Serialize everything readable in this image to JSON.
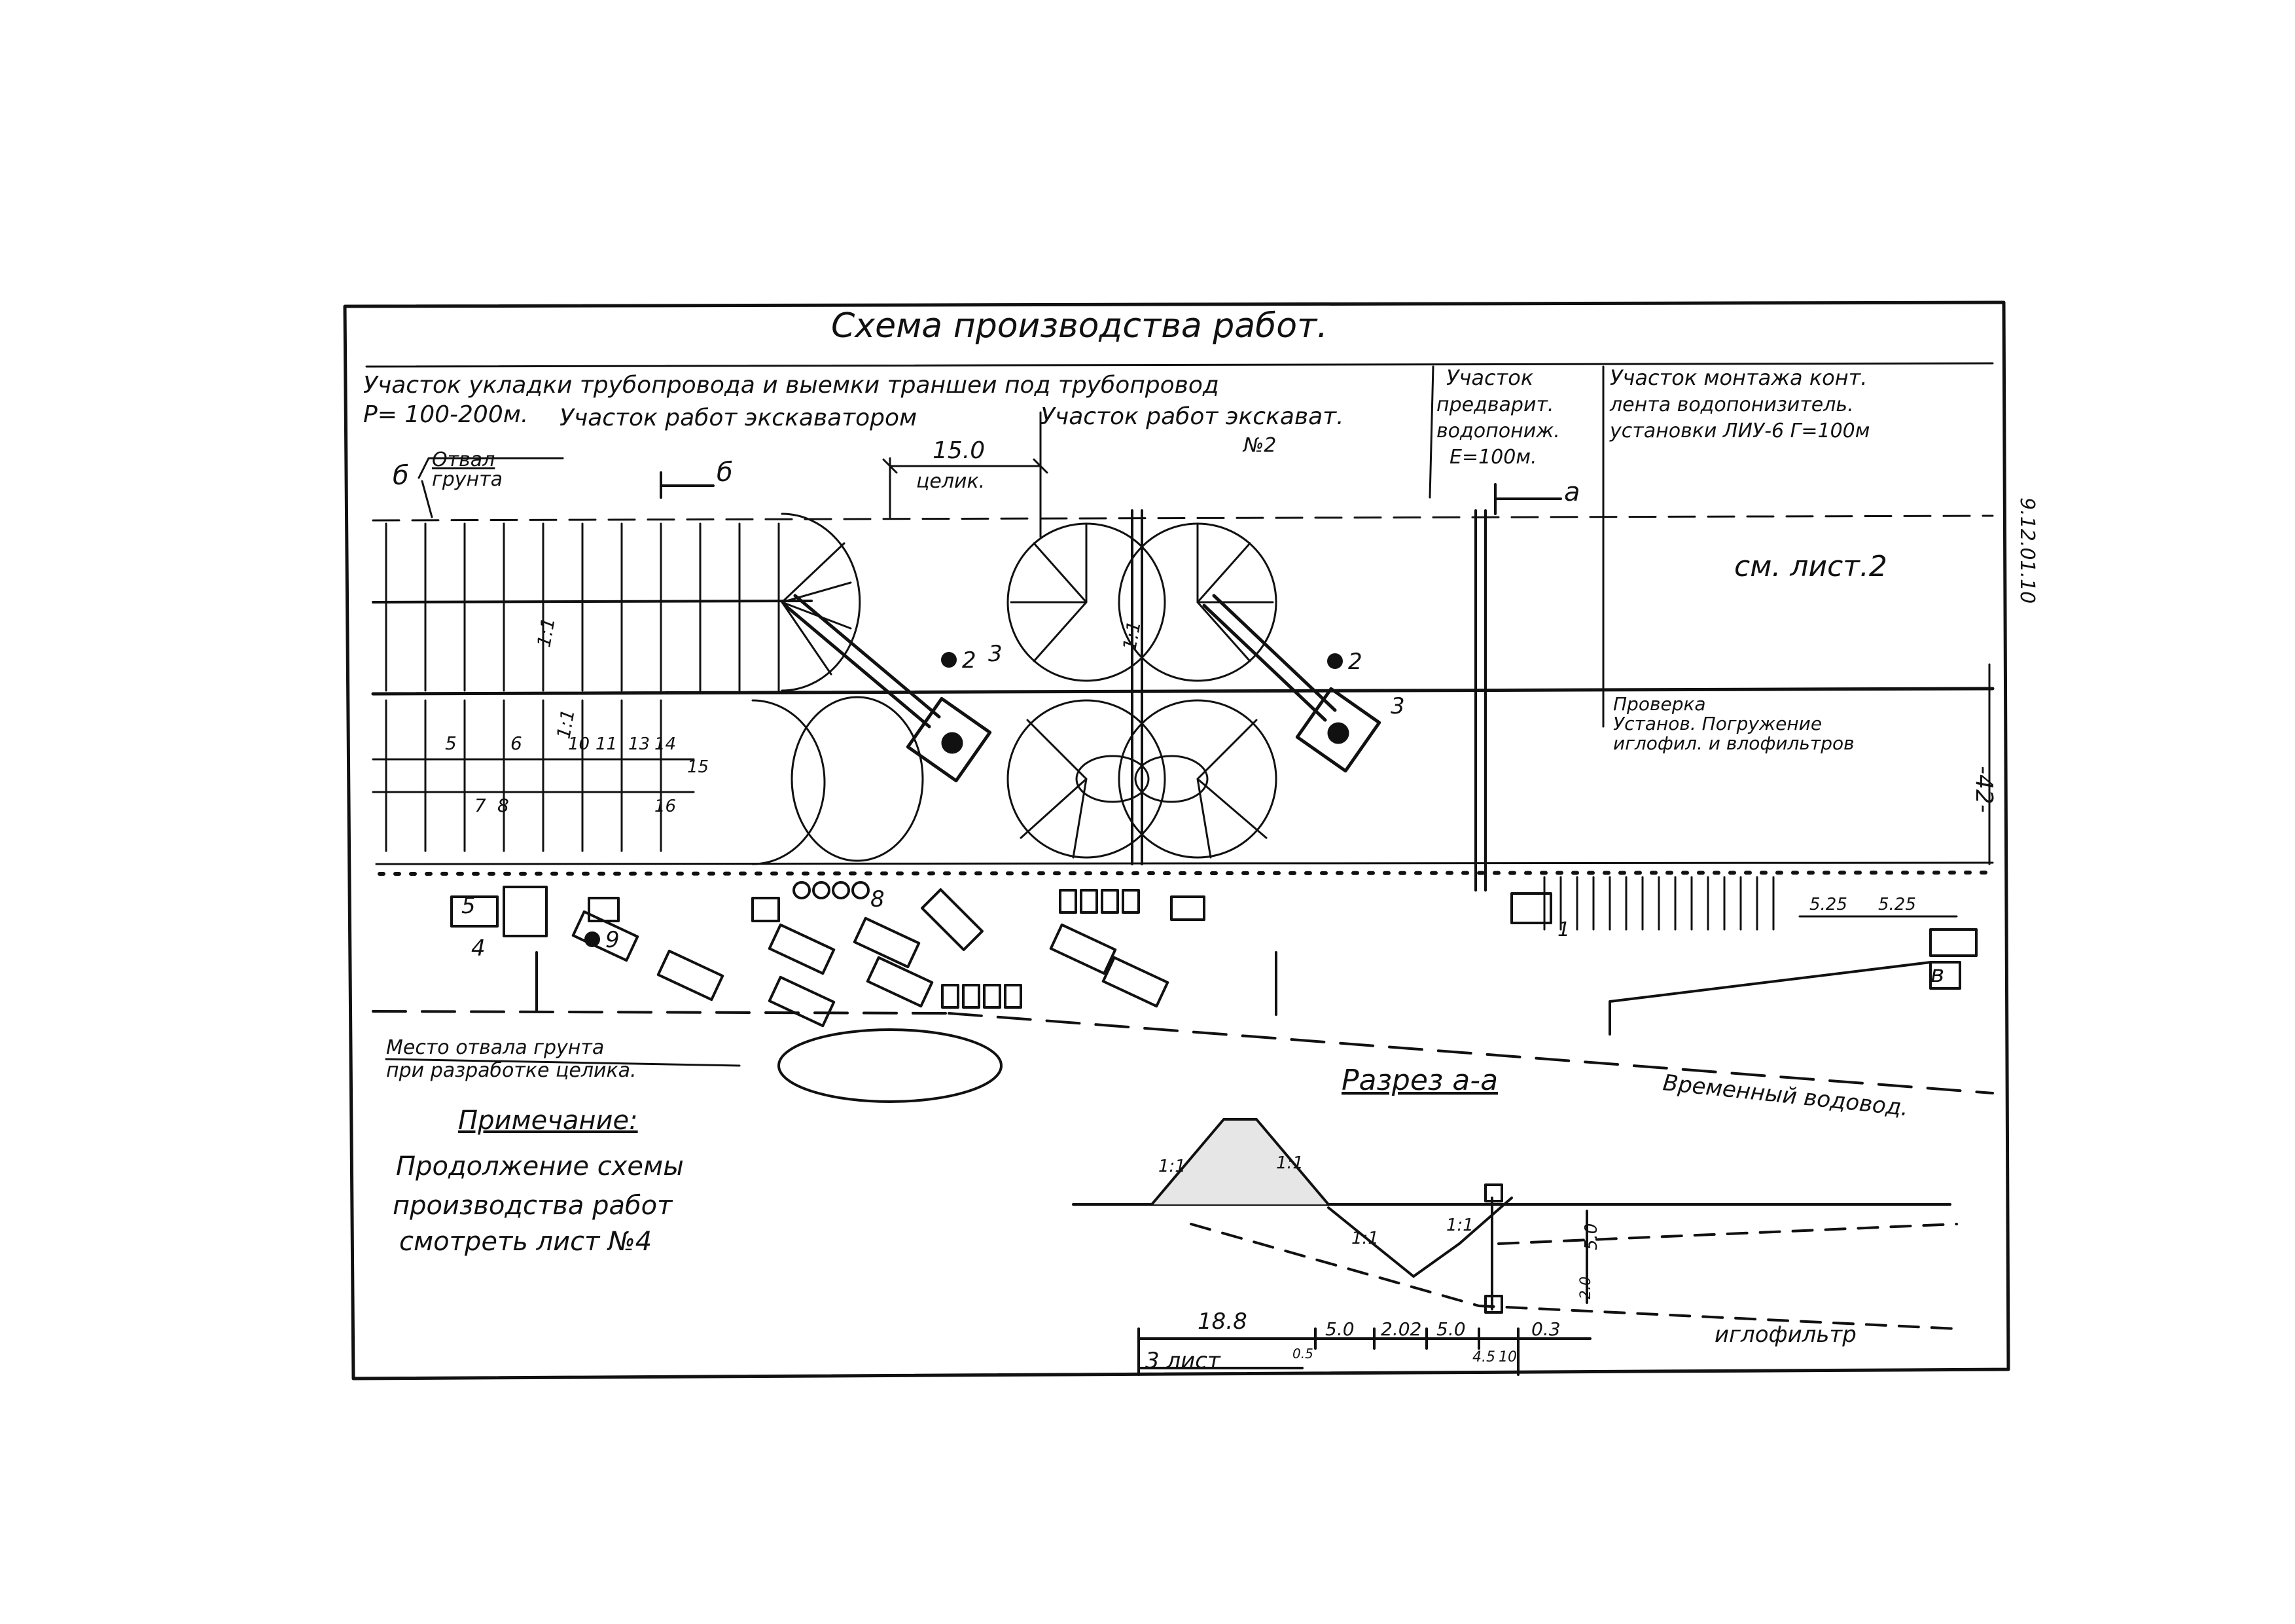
{
  "sheet": {
    "title": "Схема производства работ.",
    "code": "9.12.01.10"
  },
  "headings": {
    "section_pipe": "Участок укладки трубопровода и выемки траншеи под трубопровод",
    "length_pipe": "Р= 100-200м.",
    "section_exc1": "Участок работ экскаватором",
    "section_exc2": "Участок работ экскават.",
    "exc2_no": "№2",
    "section_predv_1": "Участок",
    "section_predv_2": "предварит.",
    "section_predv_3": "водопониж.",
    "section_predv_4": "Е=100м.",
    "section_mont_1": "Участок монтажа конт.",
    "section_mont_2": "лента водопонизитель.",
    "section_mont_3": "установки ЛИУ-6 Г=100м"
  },
  "labels": {
    "sect_b": "б",
    "otval_1": "Отвал",
    "otval_2": "грунта",
    "dim_150": "15.0",
    "tselik": "целик.",
    "arrow_b": "б",
    "arrow_a": "а",
    "see_sheet": "см. лист.2",
    "check_1": "Проверка",
    "check_2": "Установ. Погружение",
    "check_3": "иглофил. и влофильтров",
    "dim_42": "-42-",
    "slope": "1:1",
    "ref1": "1",
    "ref2": "2",
    "ref3": "3",
    "ref4": "4",
    "ref5": "5",
    "ref6": "6",
    "ref7": "7",
    "ref8": "8",
    "ref9": "9",
    "ref10": "10",
    "ref11": "11",
    "ref13": "13",
    "ref14": "14",
    "ref15": "15",
    "ref16": "16",
    "ref_b": "в",
    "dim_525a": "5.25",
    "dim_525b": "5.25",
    "soil_place_1": "Место отвала грунта",
    "soil_place_2": "при разработке целика.",
    "temp_water": "Временный водовод.",
    "note_head": "Примечание:",
    "note_1": "Продолжение схемы",
    "note_2": "производства работ",
    "note_3": "смотреть лист №4"
  },
  "section_aa": {
    "title": "Разрез а-а",
    "igl": "иглофильтр",
    "dims": [
      "18.8",
      "5.0",
      "2.02",
      "5.0",
      "0.3"
    ],
    "small_dims": [
      "0.5",
      "4.5",
      "10."
    ],
    "dim_50v": "5.0",
    "dim_2v": "2.0",
    "sheet_ref": "3 лист"
  }
}
